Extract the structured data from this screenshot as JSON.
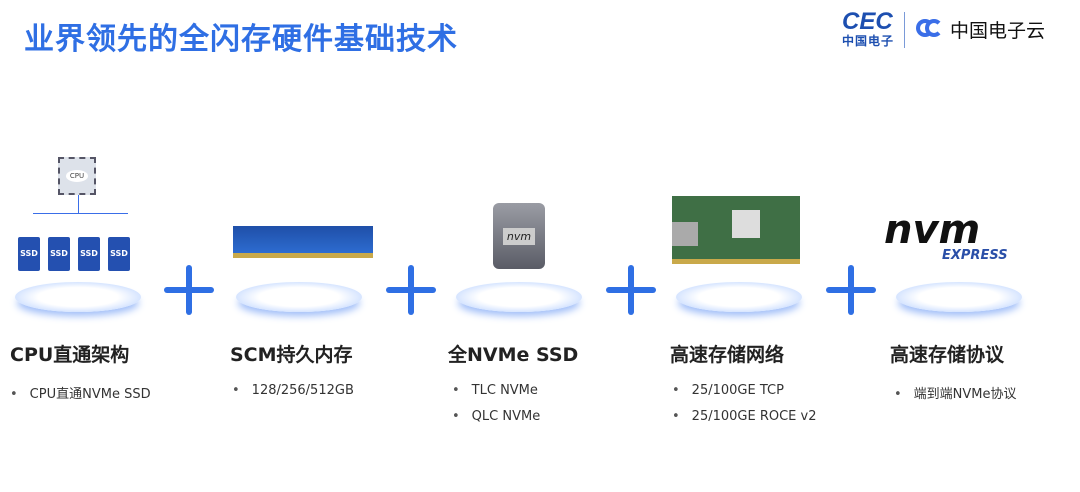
{
  "title": "业界领先的全闪存硬件基础技术",
  "logo": {
    "cec": "CEC",
    "cec_sub": "中国电子",
    "cloud": "中国电子云"
  },
  "columns": [
    {
      "title": "CPU直通架构",
      "bullets": [
        "CPU直通NVMe SSD"
      ],
      "cpu_label": "CPU",
      "ssd_label": "SSD"
    },
    {
      "title": "SCM持久内存",
      "bullets": [
        "128/256/512GB"
      ]
    },
    {
      "title": "全NVMe SSD",
      "bullets": [
        "TLC NVMe",
        "QLC NVMe"
      ],
      "chip_label": "nvm"
    },
    {
      "title": "高速存储网络",
      "bullets": [
        "25/100GE TCP",
        "25/100GE ROCE v2"
      ]
    },
    {
      "title": "高速存储协议",
      "bullets": [
        "端到端NVMe协议"
      ],
      "logo_main": "nvm",
      "logo_sub": "EXPRESS"
    }
  ]
}
